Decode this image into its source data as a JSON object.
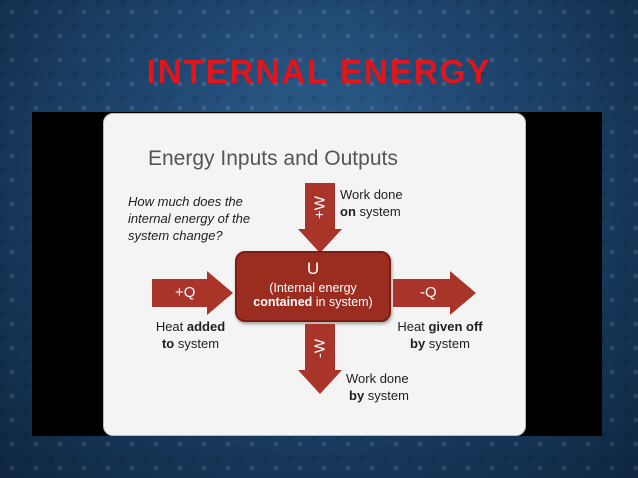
{
  "slide": {
    "title": "INTERNAL ENERGY"
  },
  "diagram": {
    "header": "Energy Inputs and Outputs",
    "question": "How much does the internal energy of the system change?",
    "system_box": {
      "symbol": "U",
      "line1": "(Internal energy",
      "line2_bold": "contained",
      "line2_rest": " in system)"
    },
    "inputs": {
      "heat_in_label": "+Q",
      "heat_in_caption_bold": "added",
      "heat_in_caption_pre": "Heat ",
      "heat_in_caption_line2_bold": "to",
      "heat_in_caption_line2_rest": " system",
      "work_in_label": "+W",
      "work_in_caption_line1": "Work done",
      "work_in_caption_bold": "on",
      "work_in_caption_rest": " system"
    },
    "outputs": {
      "heat_out_label": "-Q",
      "heat_out_caption_pre": "Heat ",
      "heat_out_caption_bold": "given off",
      "heat_out_caption_line2_bold": "by",
      "heat_out_caption_line2_rest": " system",
      "work_out_label": "-W",
      "work_out_caption_line1": "Work done",
      "work_out_caption_bold": "by",
      "work_out_caption_rest": " system"
    },
    "colors": {
      "title_red": "#e4141b",
      "arrow": "#a9342a",
      "box": "#9a2c20"
    }
  }
}
